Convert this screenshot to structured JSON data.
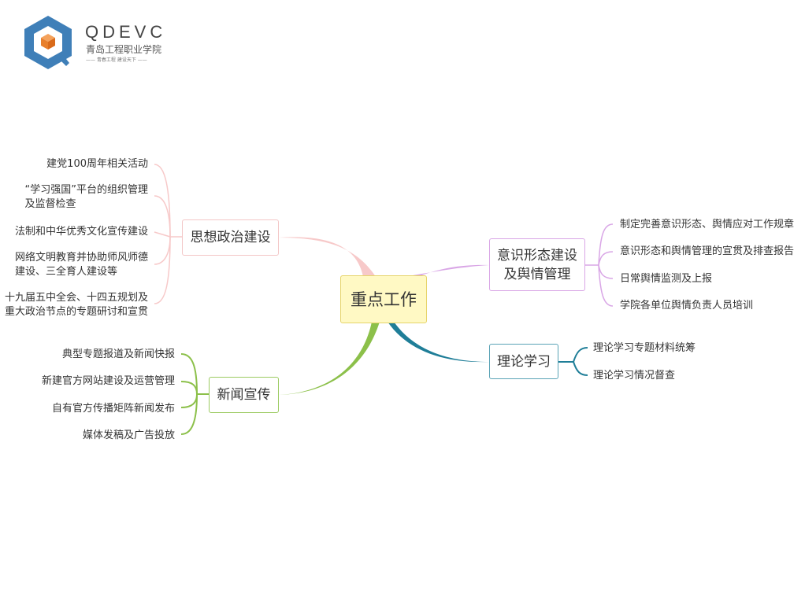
{
  "logo": {
    "title": "QDEVC",
    "subtitle": "青岛工程职业学院",
    "motto": "—— 青春工程  建设天下 ——",
    "colors": {
      "hexagon": "#3f7fb8",
      "cube": "#e87f2b"
    }
  },
  "central": {
    "label": "重点工作",
    "color": "#fff9c4",
    "border": "#e6d46a"
  },
  "branches": {
    "politics": {
      "label": "思想政治建设",
      "color": "#f7c9c9",
      "items": [
        [
          "建党100周年相关活动"
        ],
        [
          "“学习强国”平台的组织管理",
          "及监督检查"
        ],
        [
          "法制和中华优秀文化宣传建设"
        ],
        [
          "网络文明教育并协助师风师德",
          "建设、三全育人建设等"
        ],
        [
          "十九届五中全会、十四五规划及",
          "重大政治节点的专题研讨和宣贯"
        ]
      ]
    },
    "news": {
      "label": "新闻宣传",
      "color": "#8cc04a",
      "items": [
        [
          "典型专题报道及新闻快报"
        ],
        [
          "新建官方网站建设及运营管理"
        ],
        [
          "自有官方传播矩阵新闻发布"
        ],
        [
          "媒体发稿及广告投放"
        ]
      ]
    },
    "ideology": {
      "label": [
        "意识形态建设",
        "及舆情管理"
      ],
      "color": "#d9a6e6",
      "items": [
        [
          "制定完善意识形态、舆情应对工作规章"
        ],
        [
          "意识形态和舆情管理的宣贯及排查报告"
        ],
        [
          "日常舆情监测及上报"
        ],
        [
          "学院各单位舆情负责人员培训"
        ]
      ]
    },
    "theory": {
      "label": "理论学习",
      "color": "#1f7e98",
      "items": [
        [
          "理论学习专题材料统筹"
        ],
        [
          "理论学习情况督查"
        ]
      ]
    }
  }
}
